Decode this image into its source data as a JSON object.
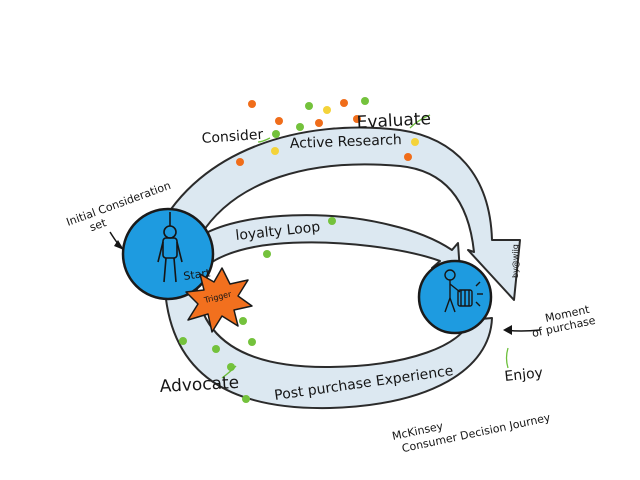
{
  "labels": {
    "evaluate": "Evaluate",
    "consider": "Consider",
    "active_research": "Active Research",
    "initial_consideration_set": [
      "Initial Consideration",
      "set"
    ],
    "loyalty_loop": "loyalty Loop",
    "start": "Start",
    "trigger": "Trigger",
    "moment_of_purchase": [
      "Moment",
      "of purchase"
    ],
    "advocate": "Advocate",
    "post_purchase_experience": "Post purchase Experience",
    "enjoy": "Enjoy",
    "credit": [
      "McKinsey",
      "Consumer Decision Journey"
    ],
    "signature": "by@wiig"
  },
  "colors": {
    "arrow_fill": "#dce8f1",
    "arrow_stroke": "#2b2b2b",
    "circle_fill": "#1e9be0",
    "trigger_fill": "#f2701e",
    "dot_green": "#74c23c",
    "dot_orange": "#f06d1a",
    "dot_yellow": "#f4d33a"
  },
  "icons": {
    "start_figure": "hanged-person-icon",
    "purchase_figure": "person-with-shopping-cart-icon",
    "trigger_burst": "starburst-icon"
  }
}
